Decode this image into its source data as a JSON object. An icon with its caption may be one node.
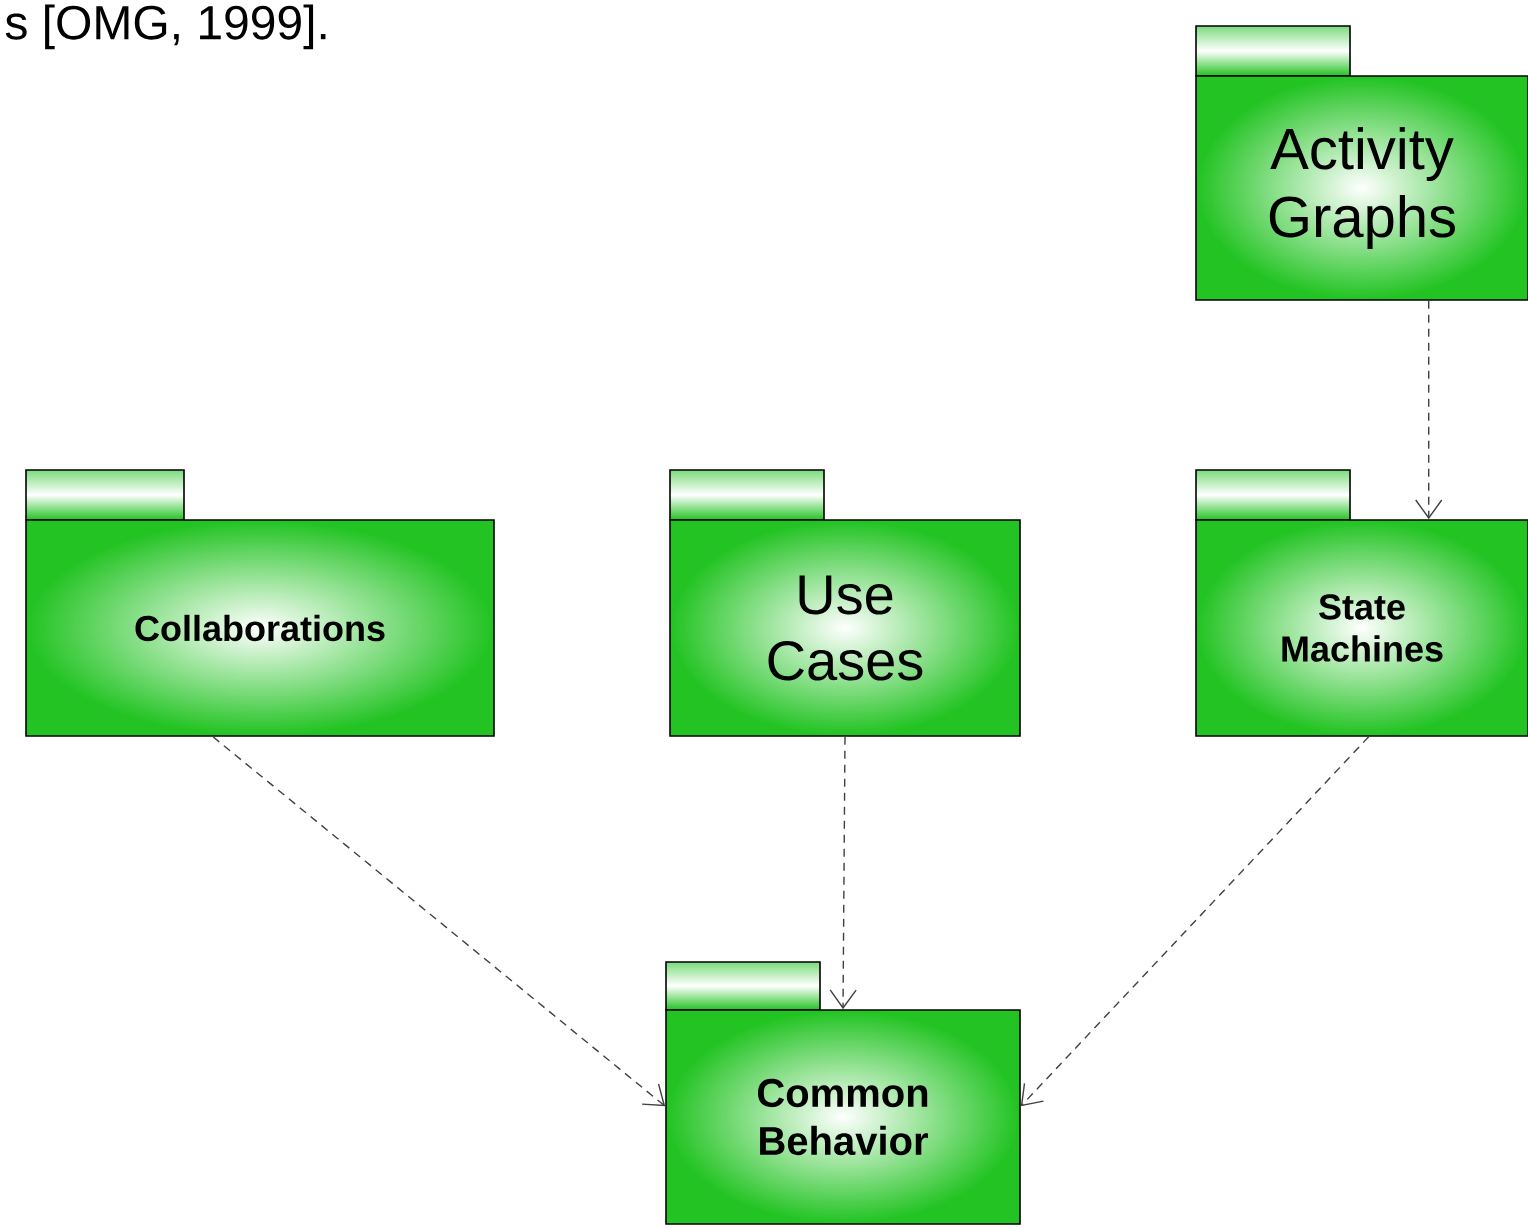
{
  "diagram": {
    "nodes": [
      {
        "text": [
          "Activity Graphs"
        ]
      },
      {
        "text": [
          "Collaborations"
        ]
      },
      {
        "text": [
          "Use Cases"
        ]
      },
      {
        "text": [
          "State Machines"
        ]
      },
      {
        "text": [
          "Common Behavior"
        ]
      }
    ],
    "edges": [
      {
        "from": 0,
        "to": 3,
        "arrow": "to",
        "style": "dashed"
      },
      {
        "from": 1,
        "to": 4,
        "arrow": "to",
        "style": "dashed"
      },
      {
        "from": 2,
        "to": 4,
        "arrow": "to",
        "style": "dashed"
      },
      {
        "from": 3,
        "to": 4,
        "arrow": "to",
        "style": "dashed"
      }
    ],
    "labels": [
      "s [OMG, 1999]."
    ]
  }
}
